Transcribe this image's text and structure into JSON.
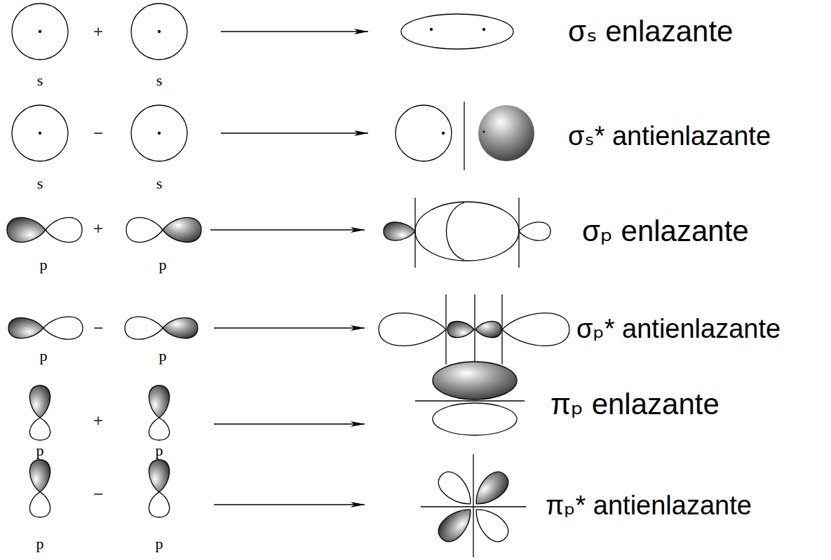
{
  "diagram": {
    "labels": [
      "+",
      "σₛ enlazante",
      "s",
      "s",
      "−",
      "σₛ* antienlazante",
      "s",
      "s",
      "+",
      "σₚ enlazante",
      "p",
      "p",
      "−",
      "σₚ* antienlazante",
      "p",
      "p",
      "+",
      "πₚ enlazante",
      "p",
      "p",
      "−",
      "πₚ* antienlazante",
      "p",
      "p"
    ]
  }
}
